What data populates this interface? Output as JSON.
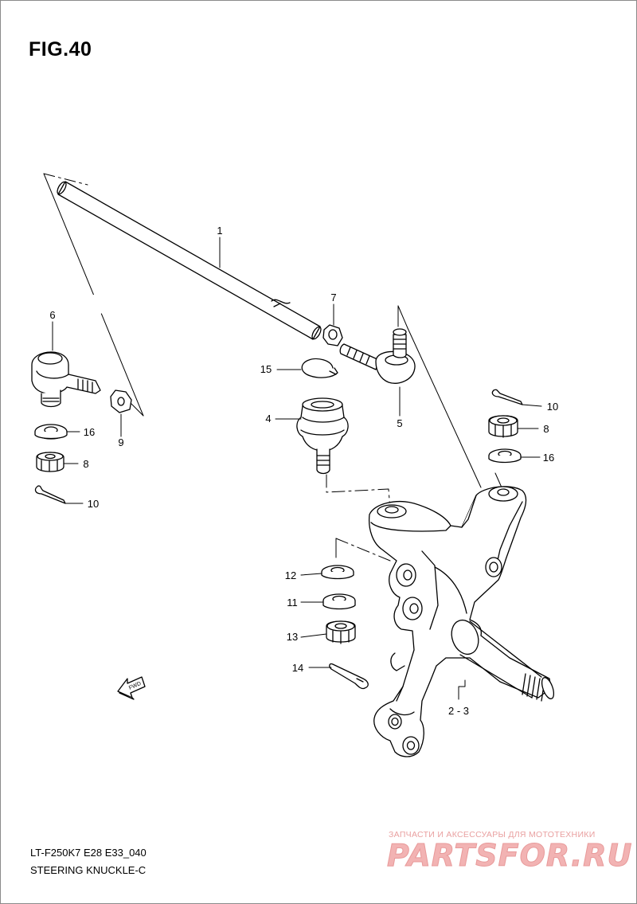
{
  "figure": {
    "title": "FIG.40",
    "code": "LT-F250K7 E28 E33_040",
    "name": "STEERING KNUCKLE-C"
  },
  "callouts": [
    {
      "id": "c1",
      "label": "1"
    },
    {
      "id": "c7",
      "label": "7"
    },
    {
      "id": "c6",
      "label": "6"
    },
    {
      "id": "c15",
      "label": "15"
    },
    {
      "id": "c5",
      "label": "5"
    },
    {
      "id": "c4",
      "label": "4"
    },
    {
      "id": "c9",
      "label": "9"
    },
    {
      "id": "c16a",
      "label": "16"
    },
    {
      "id": "c8a",
      "label": "8"
    },
    {
      "id": "c10a",
      "label": "10"
    },
    {
      "id": "c10b",
      "label": "10"
    },
    {
      "id": "c8b",
      "label": "8"
    },
    {
      "id": "c16b",
      "label": "16"
    },
    {
      "id": "c12",
      "label": "12"
    },
    {
      "id": "c11",
      "label": "11"
    },
    {
      "id": "c13",
      "label": "13"
    },
    {
      "id": "c14",
      "label": "14"
    },
    {
      "id": "c23",
      "label": "2 - 3"
    }
  ],
  "fwd_label": "FWD",
  "watermark": {
    "tagline": "ЗАПЧАСТИ И АКСЕССУАРЫ ДЛЯ МОТОТЕХНИКИ",
    "logo": "PARTSFOR.RU"
  }
}
